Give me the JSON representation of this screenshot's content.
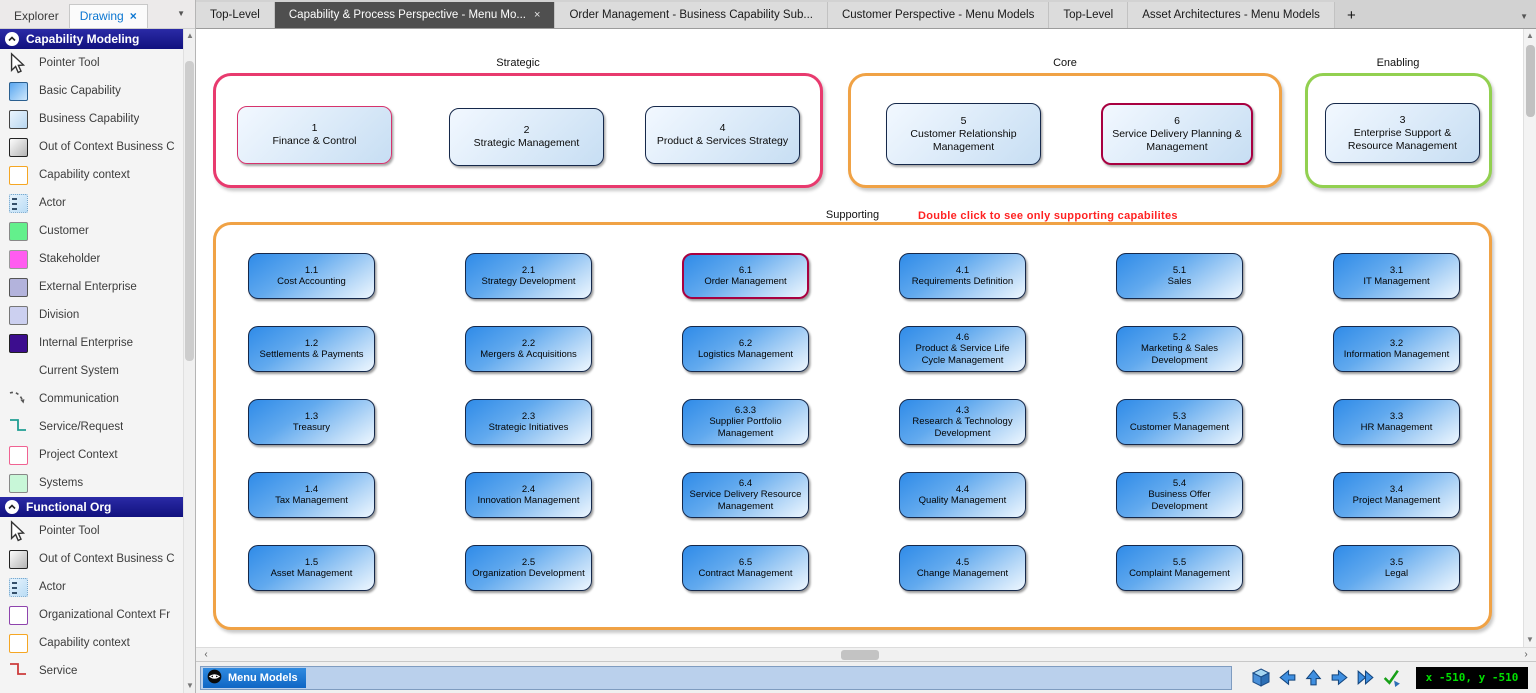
{
  "sidebar": {
    "tabs": [
      {
        "label": "Explorer",
        "active": false
      },
      {
        "label": "Drawing",
        "active": true,
        "closable": true
      }
    ],
    "sections": [
      {
        "title": "Capability Modeling",
        "items": [
          {
            "label": "Pointer Tool",
            "icon": "pointer-icon"
          },
          {
            "label": "Basic Capability",
            "icon": "blue-gradient-swatch"
          },
          {
            "label": "Business Capability",
            "icon": "lightblue-gradient-swatch"
          },
          {
            "label": "Out of Context Business C",
            "icon": "gray-gradient-swatch"
          },
          {
            "label": "Capability context",
            "icon": "orange-outline-swatch"
          },
          {
            "label": "Actor",
            "icon": "actor-icon"
          },
          {
            "label": "Customer",
            "icon": "green-swatch"
          },
          {
            "label": "Stakeholder",
            "icon": "magenta-swatch"
          },
          {
            "label": "External Enterprise",
            "icon": "lavender-swatch"
          },
          {
            "label": "Division",
            "icon": "paleviolet-swatch"
          },
          {
            "label": "Internal Enterprise",
            "icon": "darkpurple-swatch"
          },
          {
            "label": "Current System",
            "icon": "none"
          },
          {
            "label": "Communication",
            "icon": "communication-icon"
          },
          {
            "label": "Service/Request",
            "icon": "teal-elbow-icon"
          },
          {
            "label": "Project Context",
            "icon": "pink-outline-swatch"
          },
          {
            "label": "Systems",
            "icon": "palegreen-swatch"
          }
        ]
      },
      {
        "title": "Functional Org",
        "items": [
          {
            "label": "Pointer Tool",
            "icon": "pointer-icon"
          },
          {
            "label": "Out of Context Business C",
            "icon": "gray-gradient-swatch"
          },
          {
            "label": "Actor",
            "icon": "actor-icon"
          },
          {
            "label": "Organizational Context Fr",
            "icon": "purple-outline-swatch"
          },
          {
            "label": "Capability context",
            "icon": "orange-outline-swatch"
          },
          {
            "label": "Service",
            "icon": "red-elbow-icon"
          }
        ]
      }
    ]
  },
  "doc_tabs": [
    {
      "label": "Top-Level",
      "active": false
    },
    {
      "label": "Capability & Process Perspective - Menu Mo...",
      "active": true,
      "closable": true
    },
    {
      "label": "Order Management - Business Capability Sub...",
      "active": false
    },
    {
      "label": "Customer Perspective - Menu Models",
      "active": false
    },
    {
      "label": "Top-Level",
      "active": false
    },
    {
      "label": "Asset Architectures - Menu Models",
      "active": false
    }
  ],
  "new_tab_label": "+",
  "canvas": {
    "groups": [
      {
        "label": "Strategic",
        "border_color": "#e83a6e",
        "boxes": [
          {
            "num": "1",
            "name": "Finance & Control",
            "border_color": "#d6336c"
          },
          {
            "num": "2",
            "name": "Strategic Management"
          },
          {
            "num": "4",
            "name": "Product & Services Strategy"
          }
        ]
      },
      {
        "label": "Core",
        "border_color": "#f0a245",
        "boxes": [
          {
            "num": "5",
            "name": "Customer Relationship Management"
          },
          {
            "num": "6",
            "name": "Service Delivery Planning & Management",
            "border_color": "#a80040"
          }
        ]
      },
      {
        "label": "Enabling",
        "border_color": "#92d050",
        "boxes": [
          {
            "num": "3",
            "name": "Enterprise Support & Resource Management"
          }
        ]
      }
    ],
    "supporting": {
      "label": "Supporting",
      "note": "Double click to see only supporting capabilites",
      "note_color": "#ff2222",
      "border_color": "#f0a245",
      "highlight_color": "#a80040",
      "rows": [
        [
          {
            "num": "1.1",
            "name": "Cost Accounting"
          },
          {
            "num": "2.1",
            "name": "Strategy Development"
          },
          {
            "num": "6.1",
            "name": "Order Management",
            "border_color": "#a80040"
          },
          {
            "num": "4.1",
            "name": "Requirements Definition"
          },
          {
            "num": "5.1",
            "name": "Sales"
          },
          {
            "num": "3.1",
            "name": "IT Management"
          }
        ],
        [
          {
            "num": "1.2",
            "name": "Settlements & Payments"
          },
          {
            "num": "2.2",
            "name": "Mergers & Acquisitions"
          },
          {
            "num": "6.2",
            "name": "Logistics Management"
          },
          {
            "num": "4.6",
            "name": "Product & Service Life Cycle Management"
          },
          {
            "num": "5.2",
            "name": "Marketing & Sales Development"
          },
          {
            "num": "3.2",
            "name": "Information Management"
          }
        ],
        [
          {
            "num": "1.3",
            "name": "Treasury"
          },
          {
            "num": "2.3",
            "name": "Strategic Initiatives"
          },
          {
            "num": "6.3.3",
            "name": "Supplier Portfolio Management"
          },
          {
            "num": "4.3",
            "name": "Research & Technology Development"
          },
          {
            "num": "5.3",
            "name": "Customer Management"
          },
          {
            "num": "3.3",
            "name": "HR Management"
          }
        ],
        [
          {
            "num": "1.4",
            "name": "Tax Management"
          },
          {
            "num": "2.4",
            "name": "Innovation Management"
          },
          {
            "num": "6.4",
            "name": "Service Delivery Resource Management"
          },
          {
            "num": "4.4",
            "name": "Quality Management"
          },
          {
            "num": "5.4",
            "name": "Business Offer Development"
          },
          {
            "num": "3.4",
            "name": "Project Management"
          }
        ],
        [
          {
            "num": "1.5",
            "name": "Asset Management"
          },
          {
            "num": "2.5",
            "name": "Organization Development"
          },
          {
            "num": "6.5",
            "name": "Contract Management"
          },
          {
            "num": "4.5",
            "name": "Change Management"
          },
          {
            "num": "5.5",
            "name": "Complaint Management"
          },
          {
            "num": "3.5",
            "name": "Legal"
          }
        ]
      ]
    }
  },
  "statusbar": {
    "layer_label": "Menu Models",
    "coords": "x -510, y -510"
  }
}
